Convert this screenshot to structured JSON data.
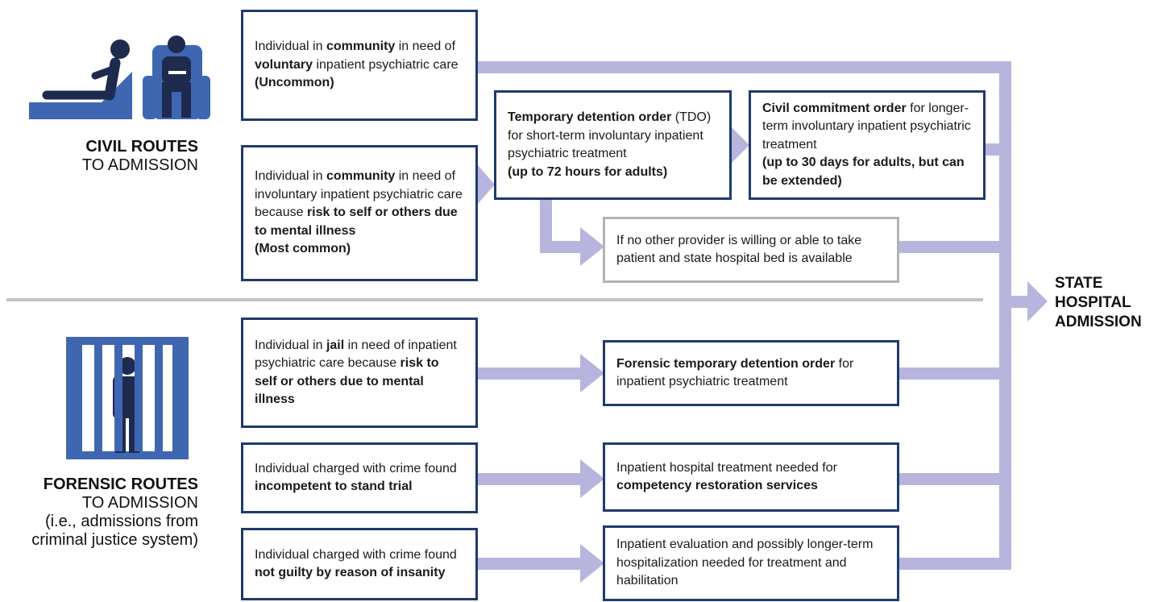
{
  "sections": {
    "civil": {
      "title": "CIVIL ROUTES",
      "subtitle": "TO ADMISSION"
    },
    "forensic": {
      "title": "FORENSIC ROUTES",
      "line2": "TO ADMISSION",
      "line3": "(i.e., admissions from",
      "line4": "criminal justice system)"
    }
  },
  "target": {
    "line1": "STATE",
    "line2": "HOSPITAL",
    "line3": "ADMISSION"
  },
  "boxes": {
    "voluntary": {
      "t1": "Individual in ",
      "b1": "community",
      "t2": " in need of ",
      "b2": "voluntary",
      "t3": " inpatient psychiatric care",
      "b3": "(Uncommon)"
    },
    "involuntary": {
      "t1": "Individual in ",
      "b1": "community",
      "t2": " in need of involuntary inpatient psychiatric care because ",
      "b2": "risk to self or others due to mental illness",
      "b3": "(Most common)"
    },
    "tdo": {
      "b1": "Temporary detention order",
      "t1": " (TDO) for short-term involuntary inpatient psychiatric treatment",
      "b2": "(up to 72 hours for adults)"
    },
    "civil_commitment": {
      "b1": "Civil commitment order",
      "t1": " for longer-term involuntary inpatient psychiatric treatment",
      "b2": "(up to 30 days for adults, but can be extended)"
    },
    "no_provider": {
      "t1": "If no other provider is willing or able to take patient and state hospital bed is available"
    },
    "jail": {
      "t1": "Individual in ",
      "b1": "jail",
      "t2": " in need of inpatient psychiatric care because ",
      "b2": "risk to self or others due to mental illness"
    },
    "forensic_tdo": {
      "b1": "Forensic temporary detention order",
      "t1": " for inpatient psychiatric treatment"
    },
    "incompetent": {
      "t1": "Individual charged with crime found ",
      "b1": "incompetent to stand trial"
    },
    "competency": {
      "t1": "Inpatient hospital treatment needed for ",
      "b1": "competency restoration services"
    },
    "ngri": {
      "t1": "Individual charged with crime found ",
      "b1": "not guilty by reason of insanity"
    },
    "evaluation": {
      "t1": "Inpatient evaluation and possibly longer-term hospitalization needed for treatment and habilitation"
    }
  },
  "colors": {
    "box_border": "#1f3a6e",
    "gray_border": "#b3b3b3",
    "arrow": "#b7b5dd",
    "icon_blue": "#3f67b1",
    "icon_dark": "#1f2a4f",
    "divider": "#c4c4c4"
  },
  "icons": [
    "hospital-bed-patient-icon",
    "wheelchair-person-icon",
    "jail-cell-person-icon"
  ]
}
